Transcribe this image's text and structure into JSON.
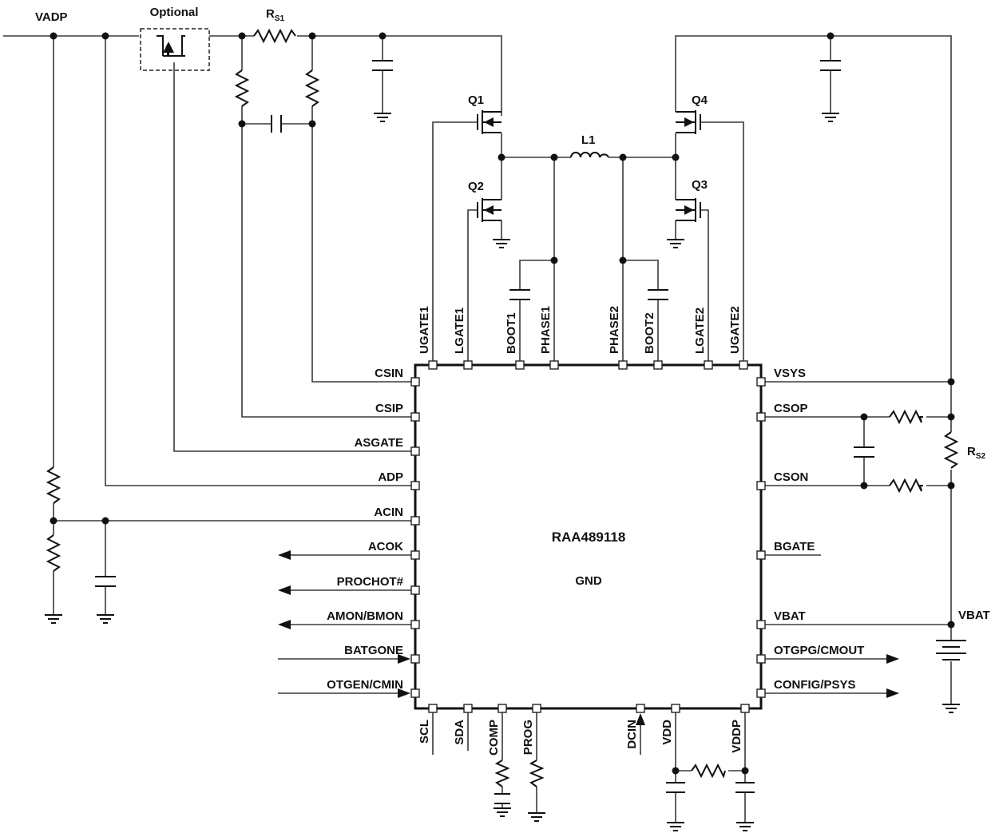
{
  "chip": {
    "part": "RAA489118",
    "gnd": "GND",
    "pins_left": [
      "CSIN",
      "CSIP",
      "ASGATE",
      "ADP",
      "ACIN",
      "ACOK",
      "PROCHOT#",
      "AMON/BMON",
      "BATGONE",
      "OTGEN/CMIN"
    ],
    "pins_right": [
      "VSYS",
      "CSOP",
      "CSON",
      "BGATE",
      "VBAT",
      "OTGPG/CMOUT",
      "CONFIG/PSYS"
    ],
    "pins_top": [
      "UGATE1",
      "LGATE1",
      "BOOT1",
      "PHASE1",
      "PHASE2",
      "BOOT2",
      "LGATE2",
      "UGATE2"
    ],
    "pins_bottom": [
      "SCL",
      "SDA",
      "COMP",
      "PROG",
      "DCIN",
      "VDD",
      "VDDP"
    ]
  },
  "labels": {
    "vadp": "VADP",
    "optional": "Optional",
    "rs1": "R",
    "rs1_sub": "S1",
    "rs2": "R",
    "rs2_sub": "S2",
    "l1": "L1",
    "q1": "Q1",
    "q2": "Q2",
    "q3": "Q3",
    "q4": "Q4",
    "vbat": "VBAT"
  }
}
